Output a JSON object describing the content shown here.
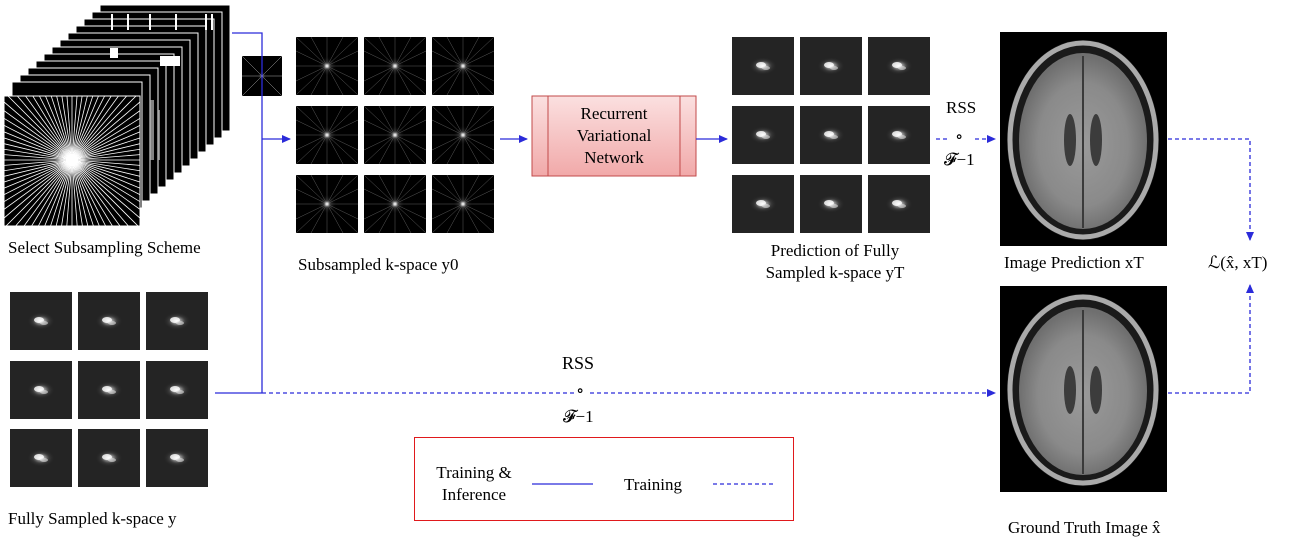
{
  "labels": {
    "select_scheme": "Select Subsampling Scheme",
    "fully_sampled": "Fully Sampled k-space y",
    "subsampled": "Subsampled k-space y0",
    "network": [
      "Recurrent",
      "Variational",
      "Network"
    ],
    "prediction_kspace": [
      "Prediction of Fully",
      "Sampled k-space yT"
    ],
    "image_prediction": "Image Prediction xT",
    "ground_truth": "Ground Truth Image x̂",
    "loss": "ℒ(x̂, xT)",
    "rss_top": "RSS",
    "fourier_top": "𝓕−1",
    "rss_bottom": "RSS",
    "fourier_bottom": "𝓕−1",
    "compose_symbol": "∘"
  },
  "legend": {
    "solid_label": "Training & Inference",
    "dashed_label": "Training"
  },
  "colors": {
    "arrow": "#2b2bd9",
    "legend_border": "#e0191c",
    "network_fill": "#f7c6c6",
    "network_stroke": "#c24a4a"
  }
}
